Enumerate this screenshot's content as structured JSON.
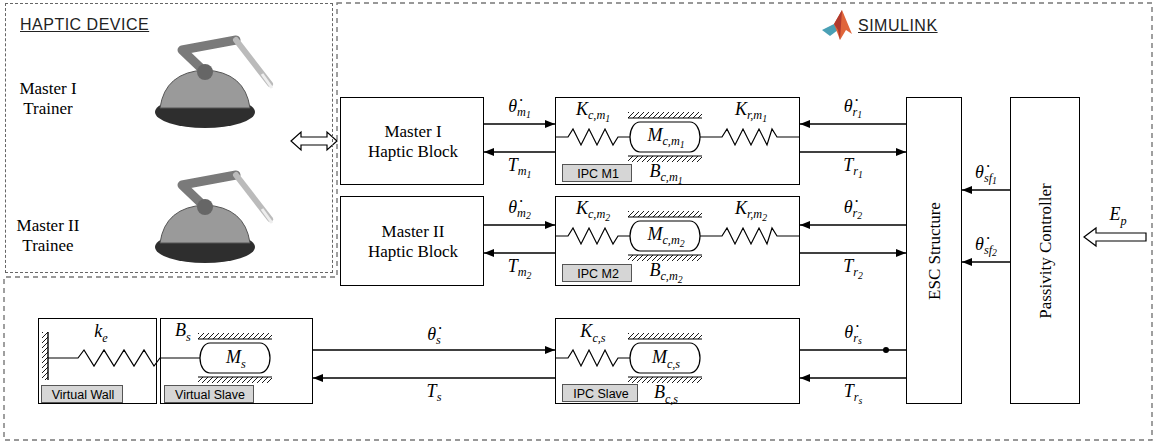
{
  "diagram": {
    "nodes": [
      {
        "text": [
          "HAPTIC DEVICE",
          "Master I Trainer",
          "Master II Trainee"
        ]
      },
      {
        "text": [
          "SIMULINK"
        ]
      },
      {
        "text": [
          "Master I Haptic Block"
        ],
        "in": 1
      },
      {
        "text": [
          "Kc,m1",
          "Mc,m1",
          "Kr,m1",
          "Bc,m1"
        ],
        "in": 1
      },
      {
        "text": [
          "IPC M1"
        ],
        "in": 3
      },
      {
        "text": [
          "Master II Haptic Block"
        ],
        "in": 1
      },
      {
        "text": [
          "Kc,m2",
          "Mc,m2",
          "Kr,m2",
          "Bc,m2"
        ],
        "in": 1
      },
      {
        "text": [
          "IPC M2"
        ],
        "in": 6
      },
      {
        "text": [
          "ke"
        ],
        "in": 1
      },
      {
        "text": [
          "Virtual Wall"
        ],
        "in": 8
      },
      {
        "text": [
          "Bs",
          "Ms"
        ],
        "in": 1
      },
      {
        "text": [
          "Virtual Slave"
        ],
        "in": 10
      },
      {
        "text": [
          "Kc,s",
          "Mc,s",
          "Bc,s"
        ],
        "in": 1
      },
      {
        "text": [
          "IPC Slave"
        ],
        "in": 12
      },
      {
        "text": [
          "ESC Structure"
        ],
        "in": 1
      },
      {
        "text": [
          "Passivity Controller"
        ],
        "in": 1
      }
    ],
    "edges": [
      {
        "from": 0,
        "to": 2,
        "arrow": "both"
      },
      {
        "from": 2,
        "to": 3,
        "arrow": "to",
        "label": "θ̇m1"
      },
      {
        "from": 3,
        "to": 2,
        "arrow": "to",
        "label": "Tm1"
      },
      {
        "from": 14,
        "to": 3,
        "arrow": "to",
        "label": "θ̇r1"
      },
      {
        "from": 3,
        "to": 14,
        "arrow": "to",
        "label": "Tr1"
      },
      {
        "from": 5,
        "to": 6,
        "arrow": "to",
        "label": "θ̇m2"
      },
      {
        "from": 6,
        "to": 5,
        "arrow": "to",
        "label": "Tm2"
      },
      {
        "from": 14,
        "to": 6,
        "arrow": "to",
        "label": "θ̇r2"
      },
      {
        "from": 6,
        "to": 14,
        "arrow": "to",
        "label": "Tr2"
      },
      {
        "from": 10,
        "to": 12,
        "arrow": "to",
        "label": "θ̇s"
      },
      {
        "from": 12,
        "to": 10,
        "arrow": "to",
        "label": "Ts"
      },
      {
        "from": 12,
        "to": 14,
        "arrow": "none",
        "label": "θ̇rs"
      },
      {
        "from": 14,
        "to": 12,
        "arrow": "to",
        "label": "Trs"
      },
      {
        "from": 15,
        "to": 14,
        "arrow": "to",
        "label": "θ̇sf1"
      },
      {
        "from": 15,
        "to": 14,
        "arrow": "to",
        "label": "θ̇sf2"
      }
    ],
    "labels": [
      "Ep"
    ]
  }
}
